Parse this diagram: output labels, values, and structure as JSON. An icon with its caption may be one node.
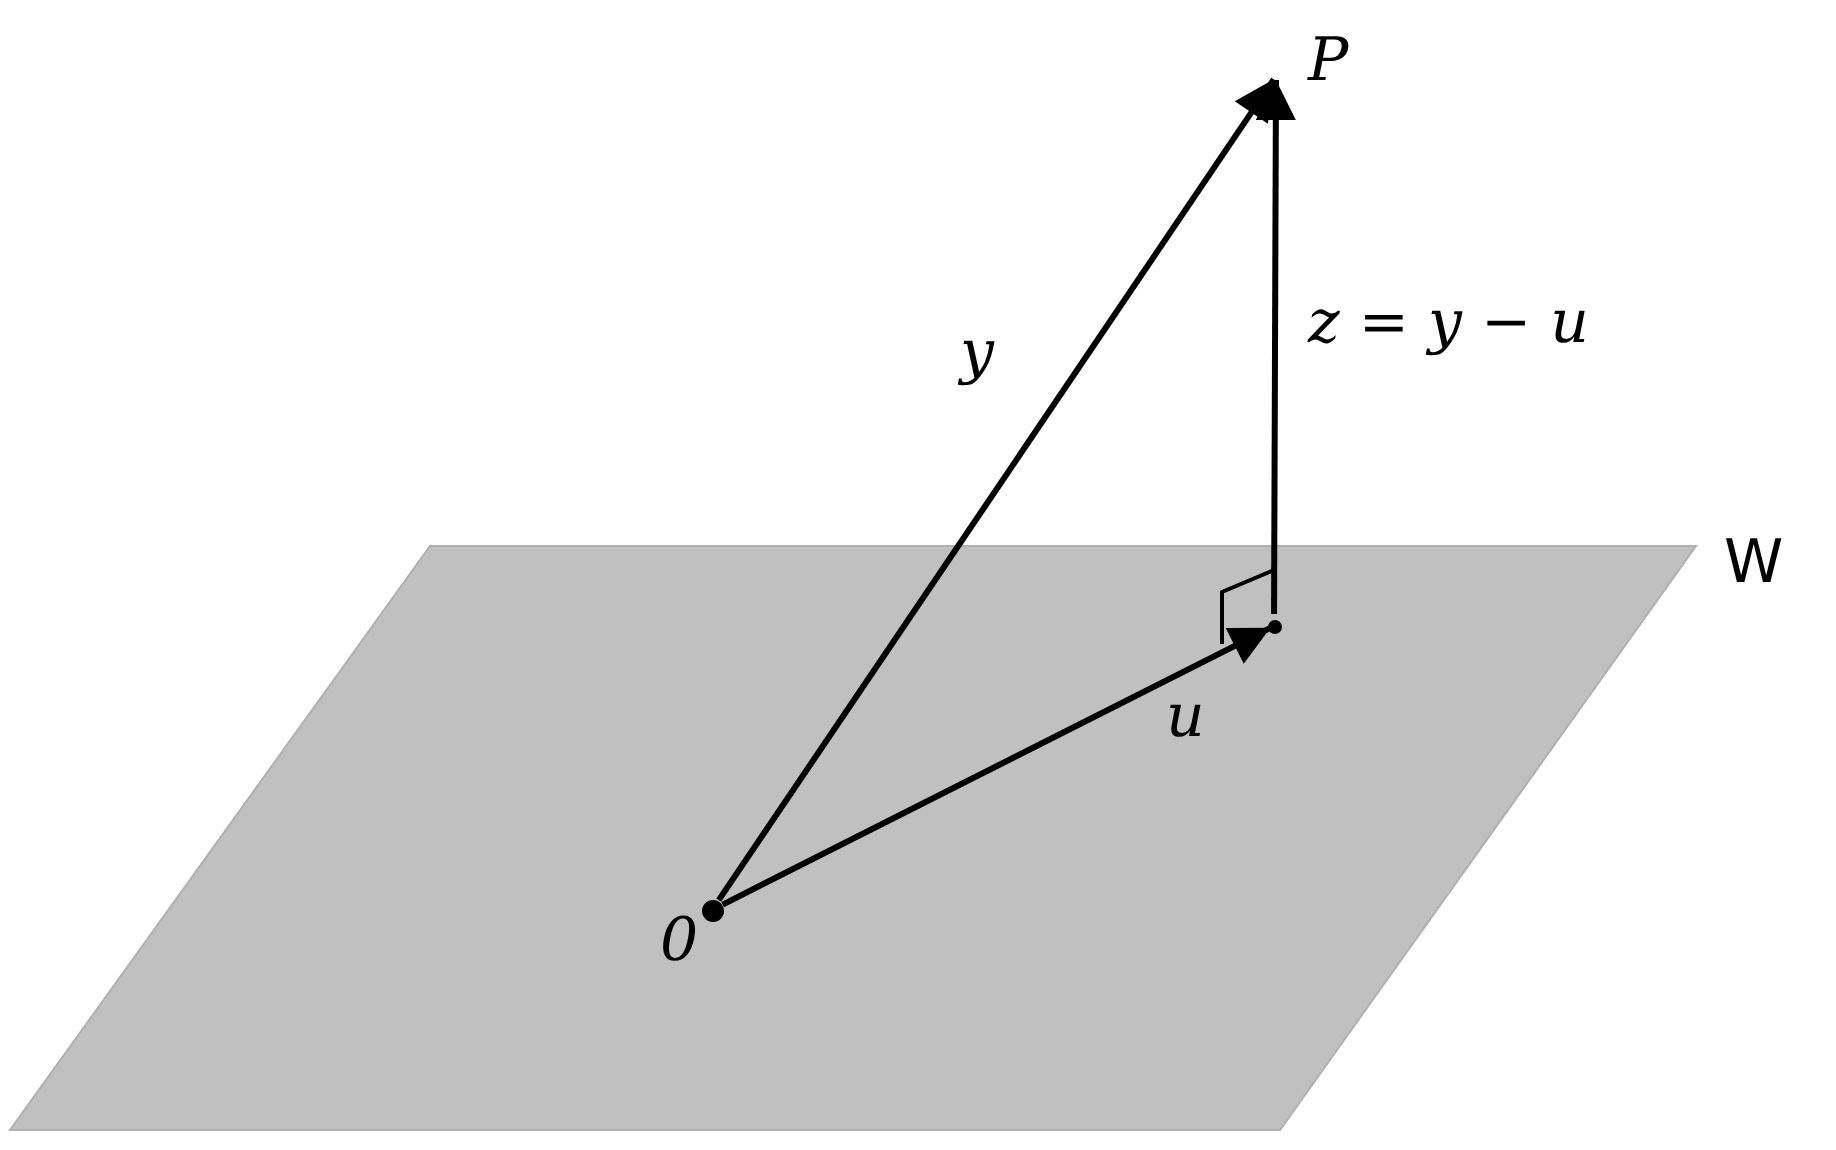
{
  "diagram": {
    "nodes": [
      {
        "text": [
          "W"
        ]
      },
      {
        "text": [
          "0"
        ],
        "in": 0
      },
      {
        "text": [
          "P"
        ]
      },
      {
        "text": [],
        "shape": "point",
        "in": 0
      }
    ],
    "edges": [
      {
        "from": 1,
        "to": 2,
        "arrow": "to",
        "label": "y"
      },
      {
        "from": 1,
        "to": 3,
        "arrow": "to",
        "label": "u"
      },
      {
        "from": 3,
        "to": 2,
        "arrow": "to",
        "label": "z = y − u"
      }
    ]
  }
}
